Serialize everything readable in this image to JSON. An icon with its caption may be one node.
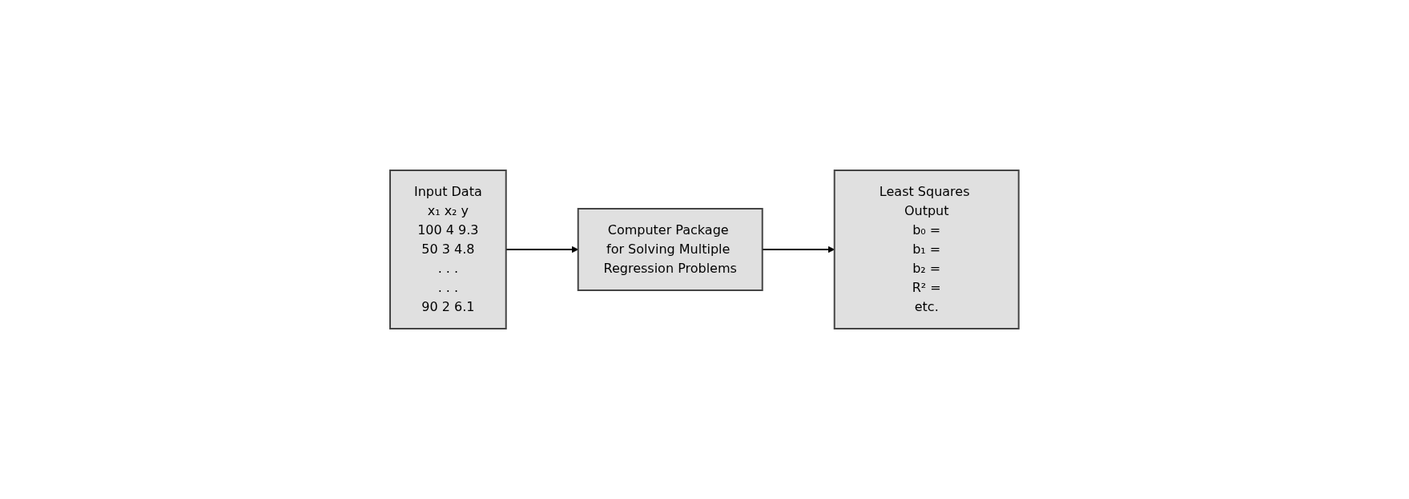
{
  "diagram": {
    "nodes": [
      {
        "text": [
          "Input Data",
          "x₁ x₂ y",
          "100 4 9.3",
          "50 3 4.8",
          ". . .",
          ". . .",
          "90 2 6.1"
        ]
      },
      {
        "text": [
          "Computer Package for Solving Multiple Regression Problems"
        ]
      },
      {
        "text": [
          "Least Squares Output",
          "b₀ =",
          "b₁ =",
          "b₂ =",
          "R² =",
          "etc."
        ]
      }
    ],
    "edges": [
      {
        "from": 0,
        "to": 1,
        "arrow": "to"
      },
      {
        "from": 1,
        "to": 2,
        "arrow": "to"
      }
    ]
  }
}
